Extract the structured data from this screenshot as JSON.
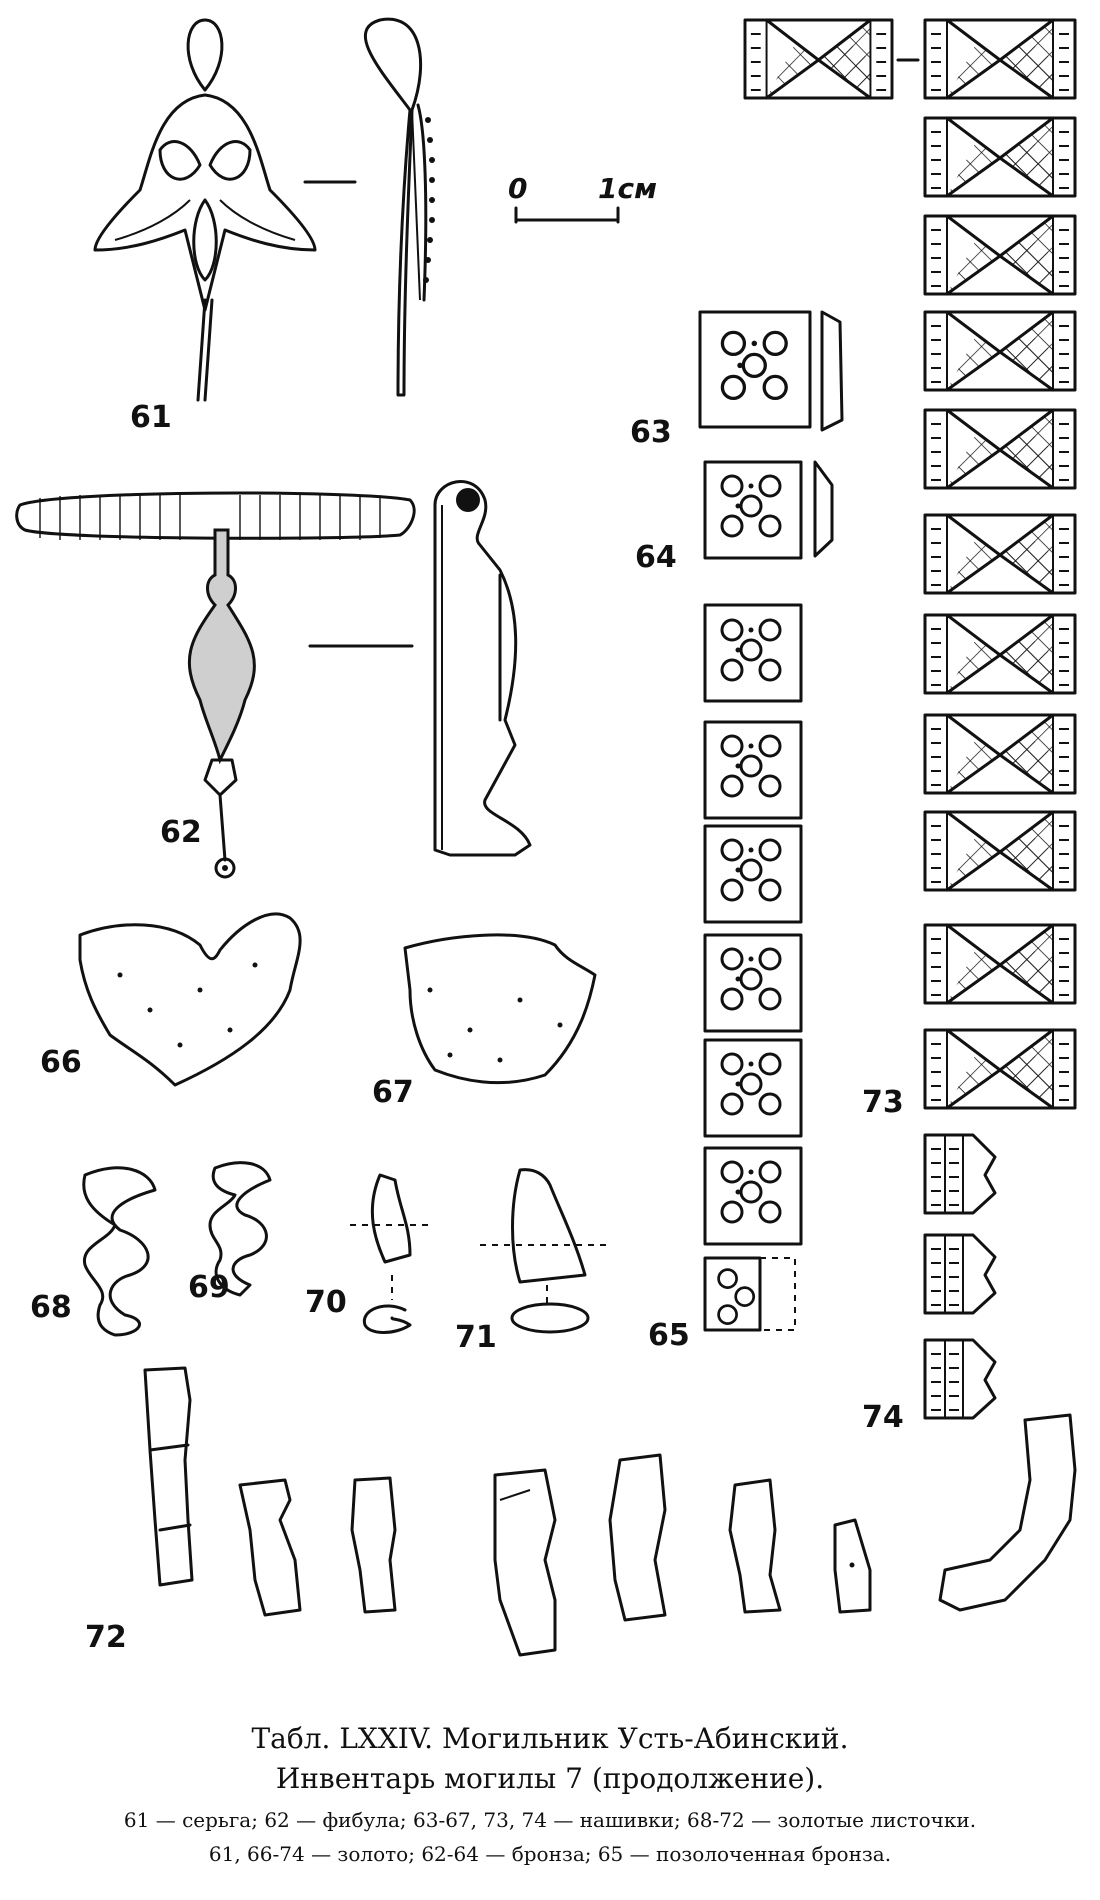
{
  "plate": {
    "scale_bar": {
      "zero": "0",
      "unit": "1см"
    },
    "figure_numbers": [
      "61",
      "62",
      "63",
      "64",
      "65",
      "66",
      "67",
      "68",
      "69",
      "70",
      "71",
      "72",
      "73",
      "74"
    ]
  },
  "caption": {
    "title": "Табл. LXXIV. Могильник Усть-Абинский.",
    "subtitle": "Инвентарь могилы 7 (продолжение).",
    "note1": "61 — серьга; 62 — фибула; 63-67, 73, 74 — нашивки; 68-72 — золотые листочки.",
    "note2": "61, 66-74 — золото; 62-64 — бронза; 65 — позолоченная бронза."
  }
}
